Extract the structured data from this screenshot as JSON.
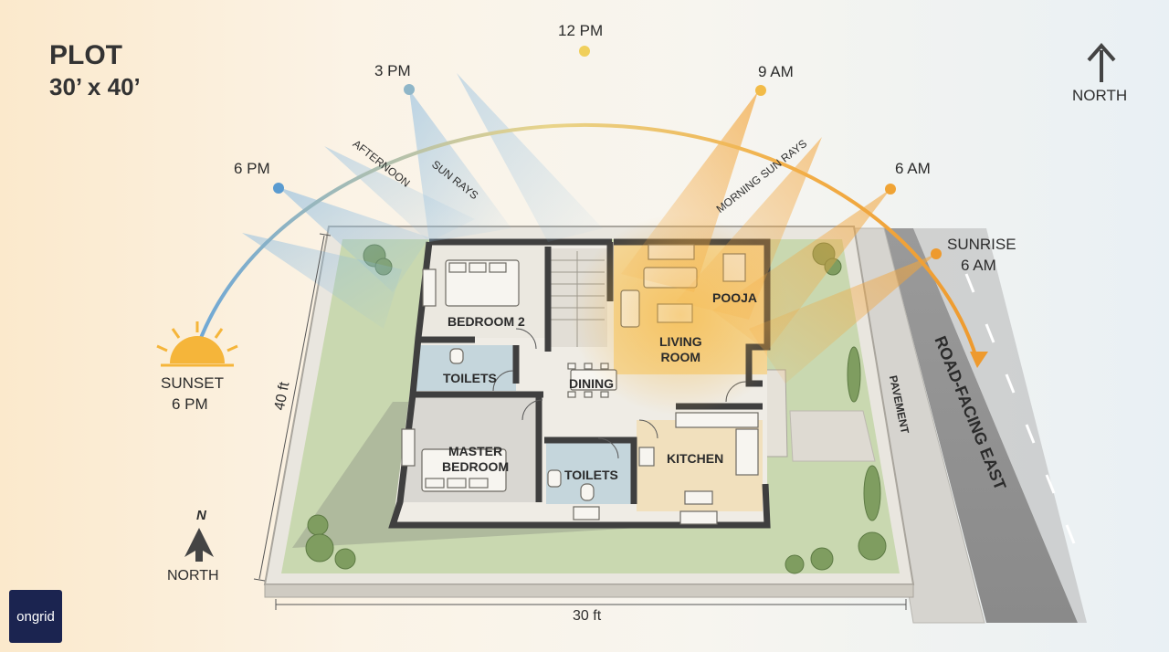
{
  "plot": {
    "title": "PLOT",
    "dimensions": "30’ x 40’"
  },
  "sun_path": {
    "labels": {
      "t12pm": "12 PM",
      "t3pm": "3 PM",
      "t9am": "9 AM",
      "t6pm": "6 PM",
      "t6am": "6 AM",
      "sunrise": "SUNRISE",
      "sunrise_time": "6 AM",
      "sunset": "SUNSET",
      "sunset_time": "6 PM"
    },
    "rays": {
      "afternoon": "AFTERNOON",
      "sun_rays": "SUN RAYS",
      "morning": "MORNING SUN RAYS"
    },
    "colors": {
      "morning": "#f2a63a",
      "afternoon": "#7fb2d9",
      "noon": "#f2c94c"
    }
  },
  "rooms": {
    "bedroom2": "BEDROOM 2",
    "toilets_upper": "TOILETS",
    "dining": "DINING",
    "living_room": "LIVING\nROOM",
    "pooja": "POOJA",
    "master_bedroom": "MASTER\nBEDROOM",
    "toilets_lower": "TOILETS",
    "kitchen": "KITCHEN"
  },
  "site": {
    "pavement": "PAVEMENT",
    "road": "ROAD-FACING EAST",
    "width": "30 ft",
    "depth": "40 ft"
  },
  "compass": {
    "top_right": "NORTH",
    "bottom_left_letter": "N",
    "bottom_left": "NORTH"
  },
  "brand": {
    "logo": "ongrid"
  }
}
